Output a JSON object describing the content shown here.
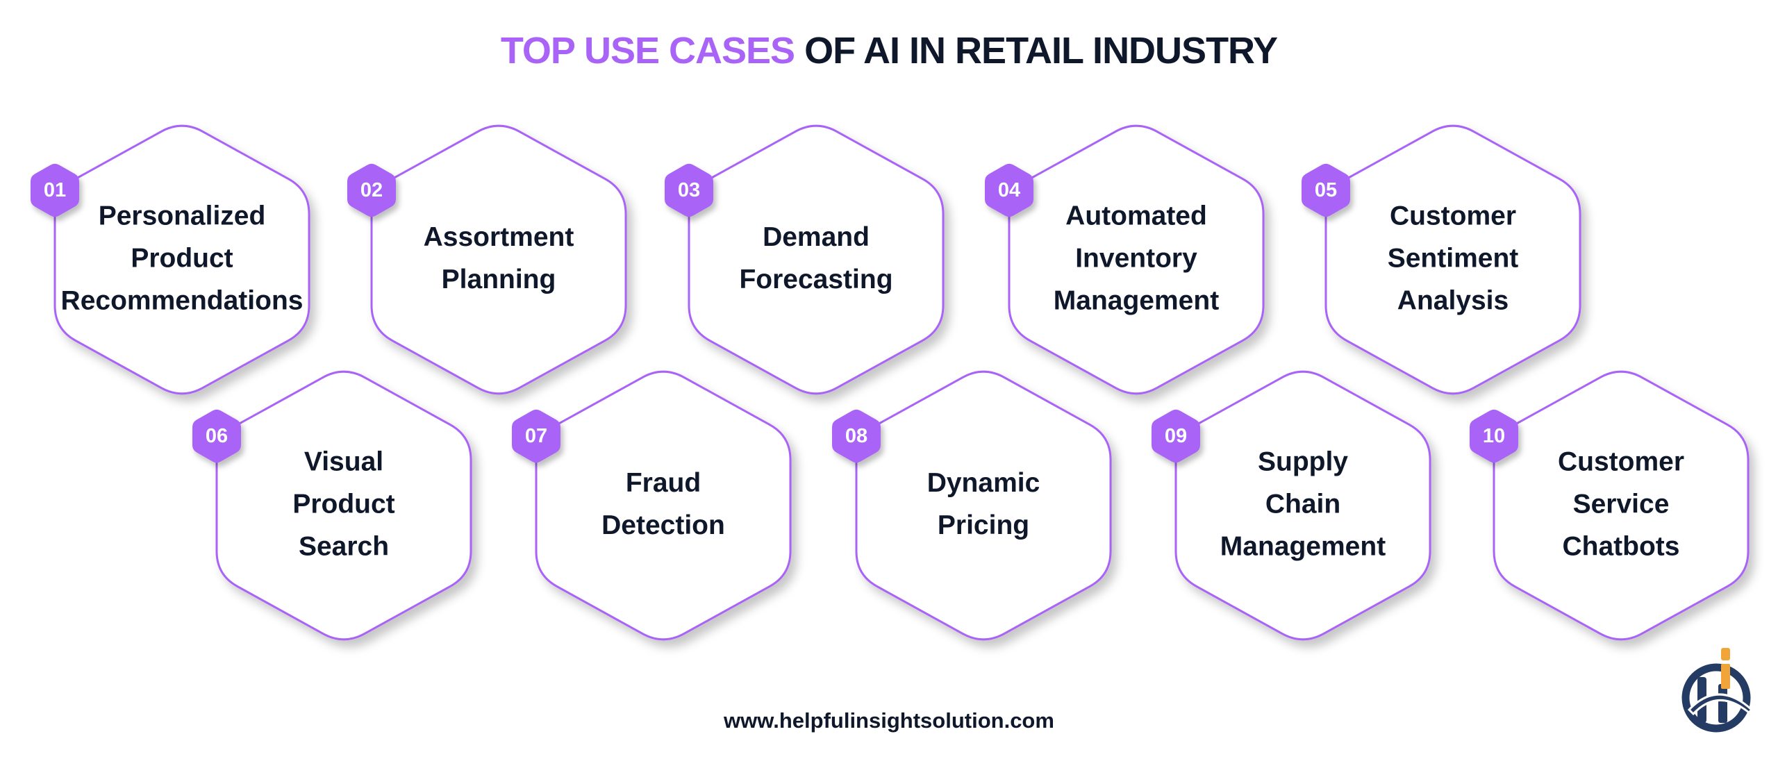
{
  "header": {
    "title_accent": "TOP USE CASES",
    "title_rest": "OF AI IN RETAIL INDUSTRY"
  },
  "colors": {
    "accent": "#A963F7",
    "text": "#0F172A",
    "logo_navy": "#243B63",
    "logo_orange": "#F0A43A",
    "background": "#FFFFFF"
  },
  "use_cases": [
    {
      "number": "01",
      "lines": [
        "Personalized",
        "Product",
        "Recommendations"
      ]
    },
    {
      "number": "02",
      "lines": [
        "Assortment",
        "Planning"
      ]
    },
    {
      "number": "03",
      "lines": [
        "Demand",
        "Forecasting"
      ]
    },
    {
      "number": "04",
      "lines": [
        "Automated",
        "Inventory",
        "Management"
      ]
    },
    {
      "number": "05",
      "lines": [
        "Customer",
        "Sentiment",
        "Analysis"
      ]
    },
    {
      "number": "06",
      "lines": [
        "Visual",
        "Product",
        "Search"
      ]
    },
    {
      "number": "07",
      "lines": [
        "Fraud",
        "Detection"
      ]
    },
    {
      "number": "08",
      "lines": [
        "Dynamic",
        "Pricing"
      ]
    },
    {
      "number": "09",
      "lines": [
        "Supply",
        "Chain",
        "Management"
      ]
    },
    {
      "number": "10",
      "lines": [
        "Customer",
        "Service",
        "Chatbots"
      ]
    }
  ],
  "footer": {
    "website": "www.helpfulinsightsolution.com"
  },
  "logo": {
    "icon": "hi-logo-icon"
  }
}
